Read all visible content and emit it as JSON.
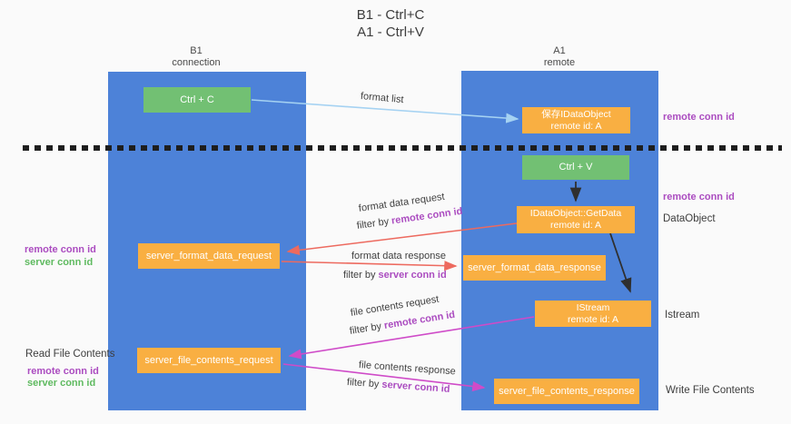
{
  "title": {
    "line1": "B1 - Ctrl+C",
    "line2": "A1 - Ctrl+V"
  },
  "lanes": {
    "left": {
      "name": "B1",
      "role": "connection"
    },
    "right": {
      "name": "A1",
      "role": "remote"
    }
  },
  "nodes": {
    "ctrl_c": "Ctrl + C",
    "ctrl_v": "Ctrl + V",
    "save_idataobject": {
      "line1": "保存IDataObject",
      "line2": "remote id: A"
    },
    "idataobject_getdata": {
      "line1": "IDataObject::GetData",
      "line2": "remote id: A"
    },
    "istream": {
      "line1": "IStream",
      "line2": "remote id: A"
    },
    "server_format_data_request": "server_format_data_request",
    "server_format_data_response": "server_format_data_response",
    "server_file_contents_request": "server_file_contents_request",
    "server_file_contents_response": "server_file_contents_response"
  },
  "ids": {
    "remote_conn_id": "remote conn id",
    "server_conn_id": "server conn id"
  },
  "side_labels": {
    "data_object": "DataObject",
    "istream": "Istream",
    "read_file_contents": "Read File Contents",
    "write_file_contents": "Write File Contents"
  },
  "edge_labels": {
    "format_list": "format list",
    "format_data_request": "format data request",
    "format_data_response": "format data response",
    "file_contents_request": "file contents request",
    "file_contents_response": "file contents response",
    "filter_by": "filter by "
  },
  "colors": {
    "lane-blue": "#4d82d8",
    "node-green": "#72c073",
    "node-orange": "#f9af42",
    "id-purple": "#ab4cc0",
    "id-green": "#5fba60",
    "arrow-red": "#ed6a5f",
    "arrow-magenta": "#cf4bc8",
    "arrow-blue": "#a5d2f2",
    "arrow-black": "#2f2f2f",
    "text-dark": "#3d3d3d"
  }
}
